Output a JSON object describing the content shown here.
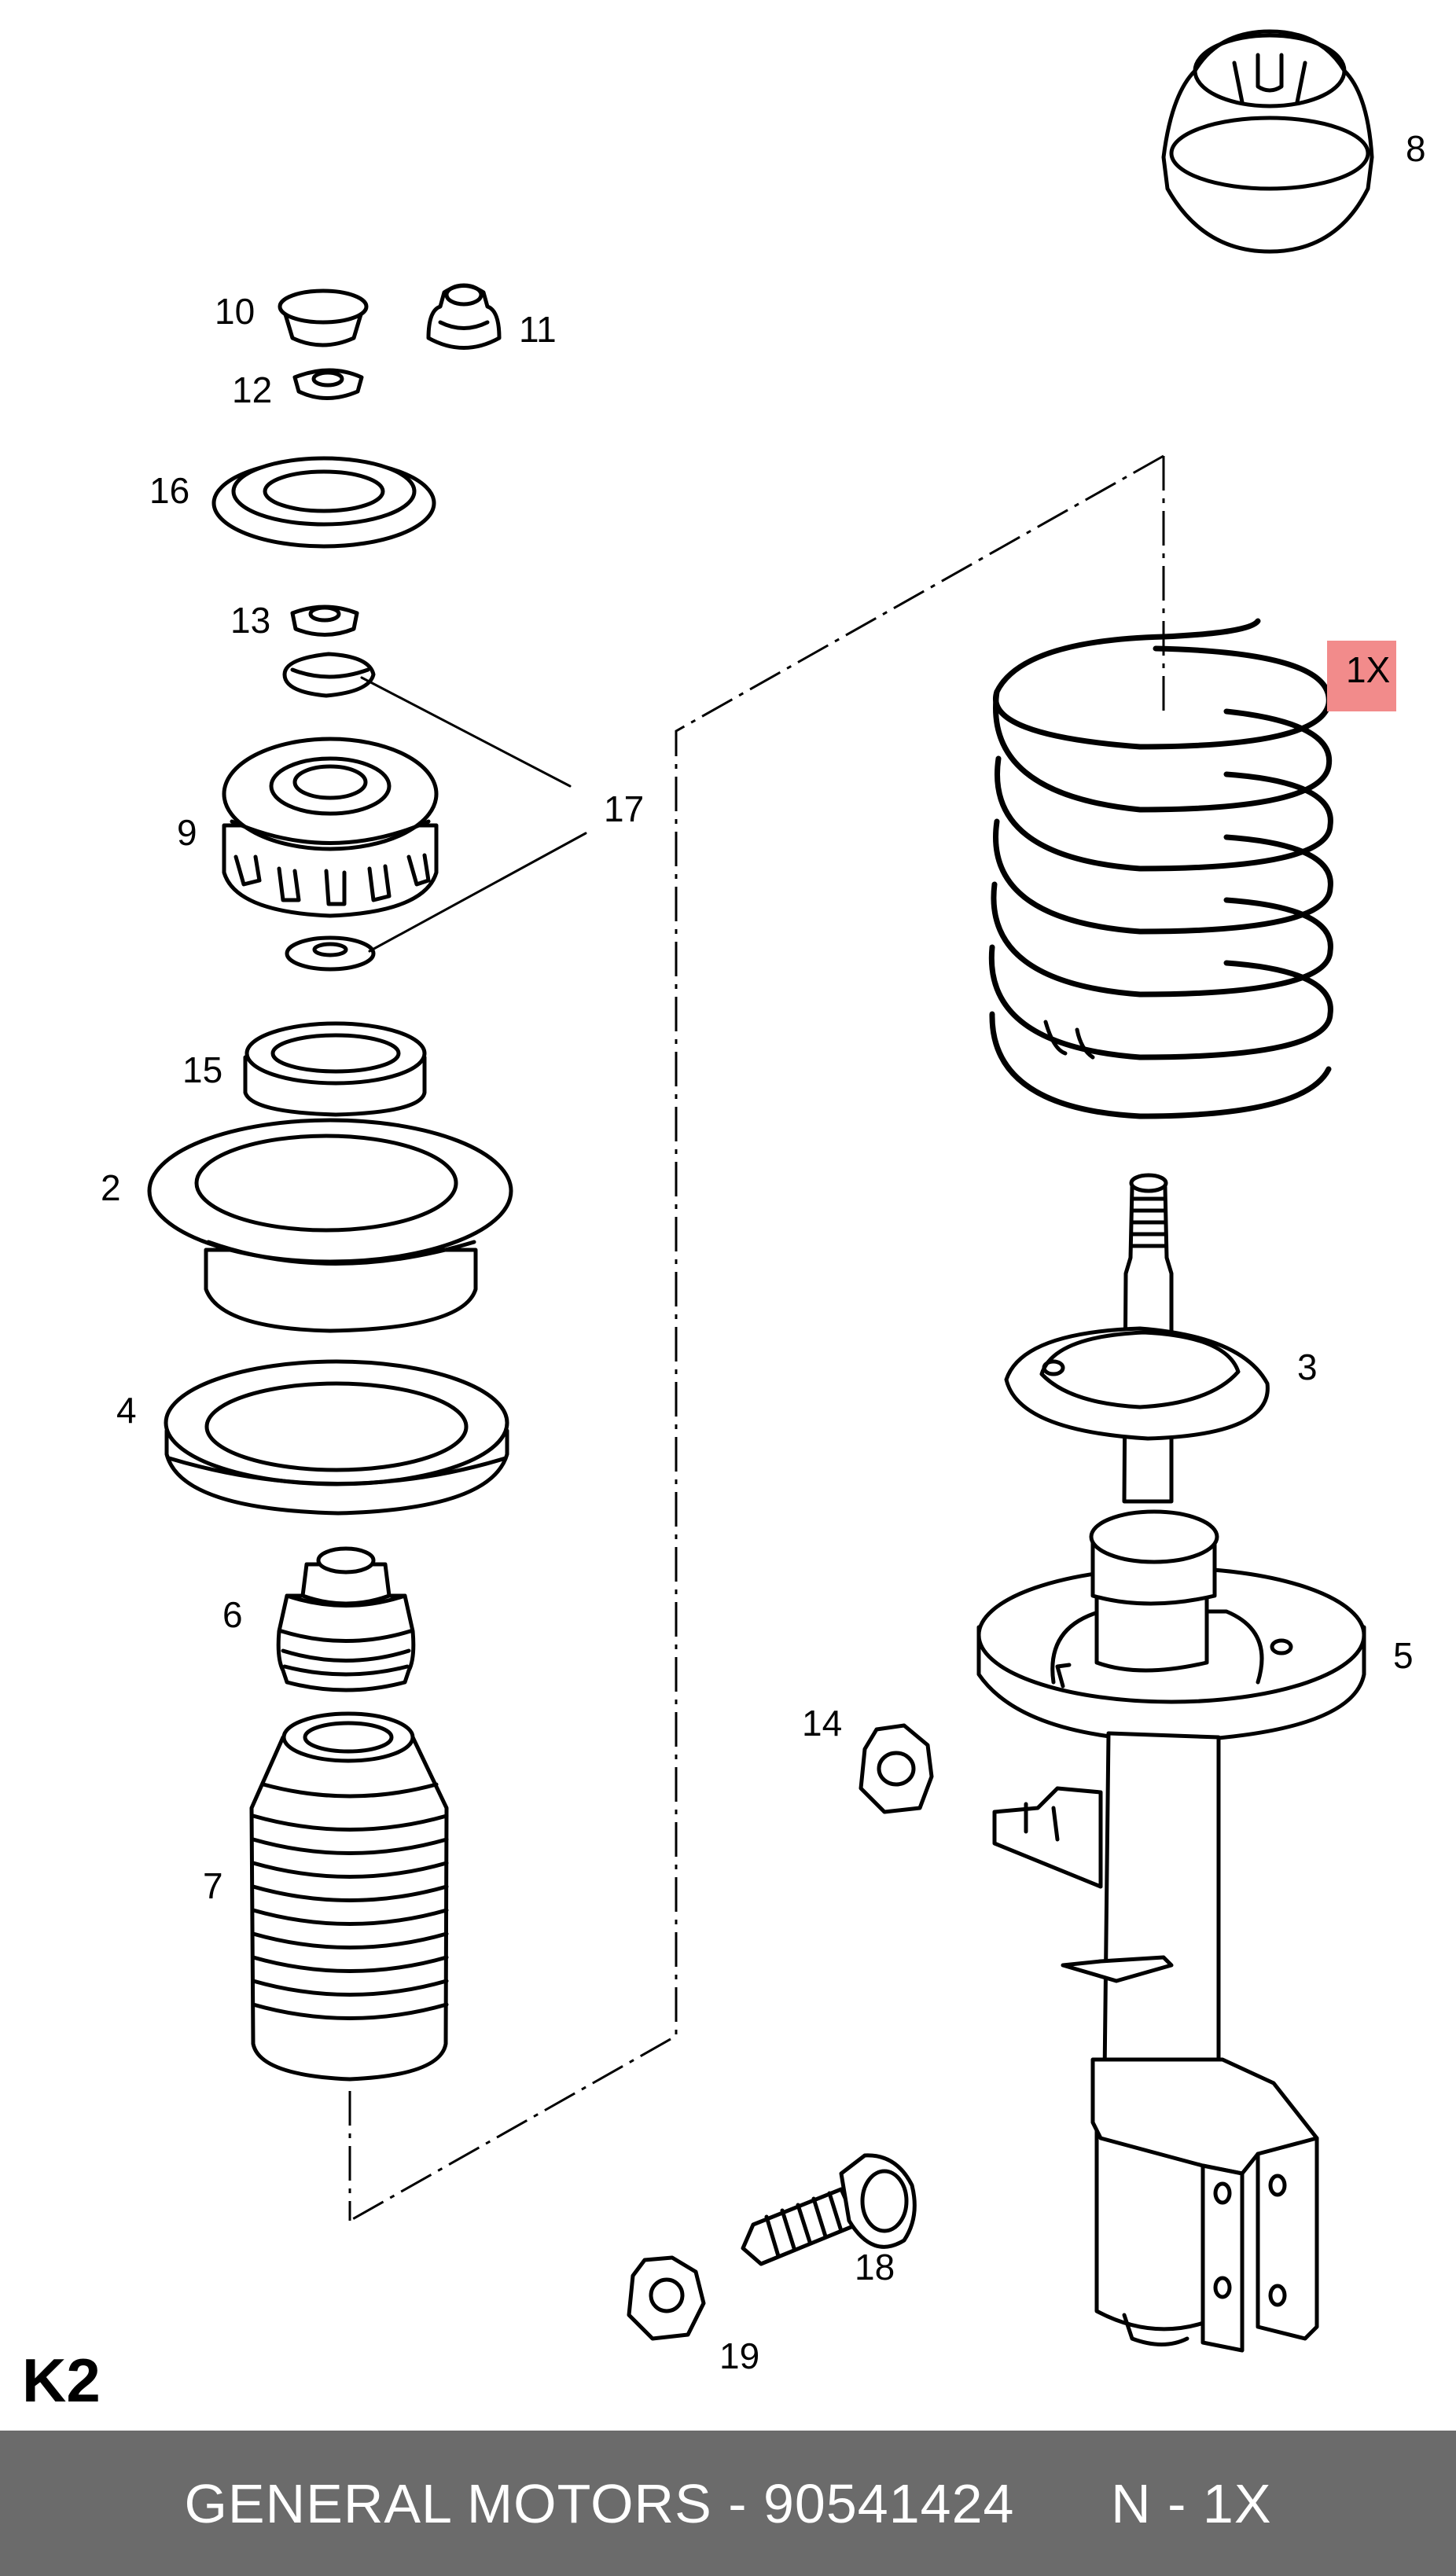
{
  "diagram": {
    "section_code": "K2",
    "highlight_label": "1X",
    "part_labels": {
      "p1": "2",
      "p2": "3",
      "p3": "4",
      "p4": "5",
      "p5": "6",
      "p6": "7",
      "p7": "8",
      "p8": "9",
      "p9": "10",
      "p10": "11",
      "p11": "12",
      "p12": "13",
      "p13": "14",
      "p14": "15",
      "p15": "16",
      "p16": "17",
      "p17": "18",
      "p18": "19"
    },
    "colors": {
      "highlight": "#f28b8b",
      "footer_bg": "#6b6b6b",
      "ink": "#000000"
    }
  },
  "footer": {
    "brand": "GENERAL MOTORS",
    "separator": " - ",
    "part_number": "90541424",
    "quantity_note": "N - 1X"
  }
}
